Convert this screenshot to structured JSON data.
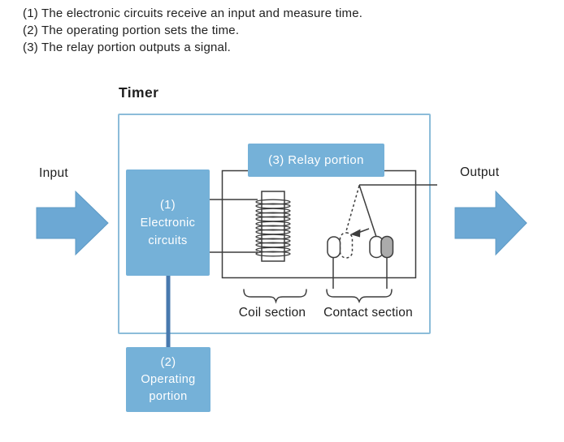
{
  "notes": [
    "(1) The electronic circuits receive an input and measure time.",
    "(2) The operating portion sets the time.",
    "(3) The relay portion outputs a signal."
  ],
  "diagram": {
    "title": "Timer",
    "input_label": "Input",
    "output_label": "Output",
    "electronic_circuits_box": "(1)\nElectronic\ncircuits",
    "relay_portion_label": "(3) Relay portion",
    "operating_portion_box": "(2)\nOperating\nportion",
    "coil_section_label": "Coil section",
    "contact_section_label": "Contact section"
  },
  "colors": {
    "box_blue": "#75b1d8",
    "arrow_blue": "#6ca8d4",
    "outer_border_blue": "#8cbcd9",
    "connector_blue": "#4879ae",
    "line_dark": "#3d3d3d",
    "contact_gray": "#ababab"
  }
}
